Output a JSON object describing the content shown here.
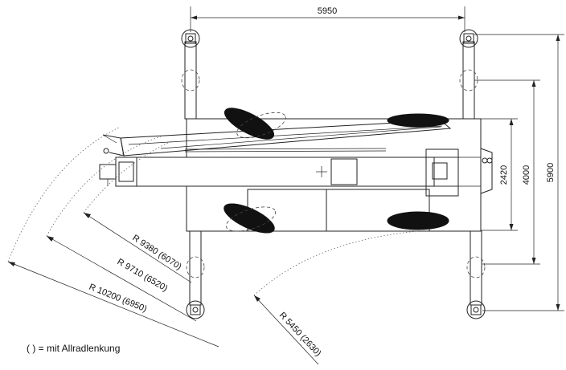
{
  "dimensions": {
    "outrigger_span": "5950",
    "outrigger_length": "5900",
    "track_width_outer": "4000",
    "track_width": "2420"
  },
  "radii": {
    "r1": "R 9380 (6070)",
    "r2": "R 9710 (6520)",
    "r3": "R 10200 (6950)",
    "r4": "R 5450 (2630)"
  },
  "legend": {
    "note": "( ) = mit Allradlenkung"
  }
}
